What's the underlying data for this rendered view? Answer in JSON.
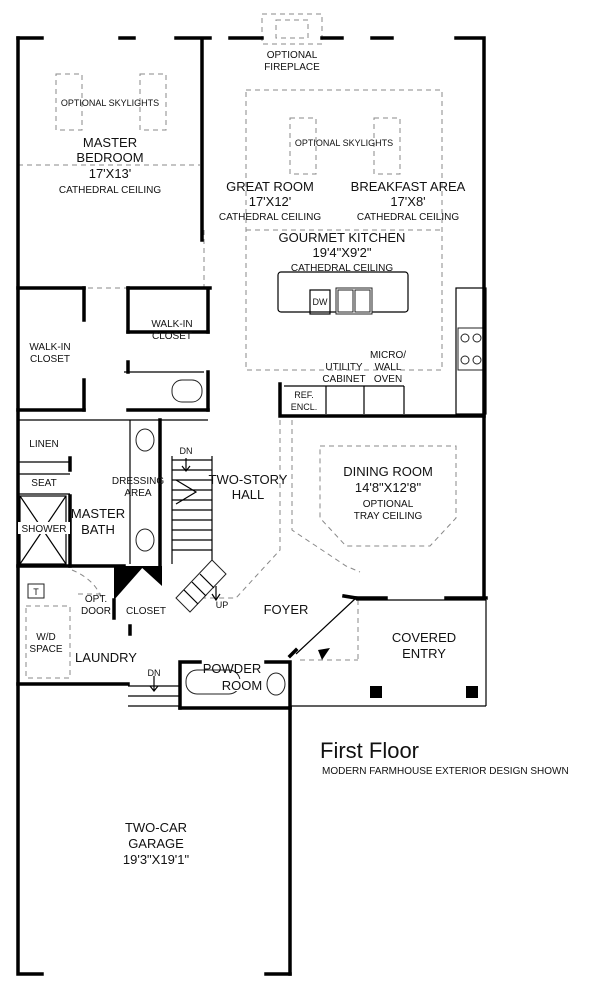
{
  "title": "First Floor",
  "subtitle": "MODERN FARMHOUSE EXTERIOR DESIGN SHOWN",
  "rooms": {
    "fireplace": [
      "OPTIONAL",
      "FIREPLACE"
    ],
    "master_bedroom": {
      "skylights": "OPTIONAL SKYLIGHTS",
      "name": [
        "MASTER",
        "BEDROOM"
      ],
      "dims": "17'X13'",
      "ceiling": "CATHEDRAL CEILING"
    },
    "kitchen_skylights": "OPTIONAL SKYLIGHTS",
    "great_room": {
      "name": "GREAT ROOM",
      "dims": "17'X12'",
      "ceiling": "CATHEDRAL CEILING"
    },
    "breakfast_area": {
      "name": "BREAKFAST AREA",
      "dims": "17'X8'",
      "ceiling": "CATHEDRAL CEILING"
    },
    "kitchen": {
      "name": "GOURMET KITCHEN",
      "dims": "19'4\"X9'2\"",
      "ceiling": "CATHEDRAL CEILING",
      "dw": "DW"
    },
    "walkin_closet_1": [
      "WALK-IN",
      "CLOSET"
    ],
    "walkin_closet_2": [
      "WALK-IN",
      "CLOSET"
    ],
    "utility_cabinet": [
      "UTILITY",
      "CABINET"
    ],
    "micro_wall_oven": [
      "MICRO/",
      "WALL",
      "OVEN"
    ],
    "ref_encl": [
      "REF.",
      "ENCL."
    ],
    "linen": "LINEN",
    "dn_stair": "DN",
    "two_story_hall": [
      "TWO-STORY",
      "HALL"
    ],
    "dining_room": {
      "name": "DINING ROOM",
      "dims": "14'8\"X12'8\"",
      "ceiling": [
        "OPTIONAL",
        "TRAY CEILING"
      ]
    },
    "seat": "SEAT",
    "dressing_area": [
      "DRESSING",
      "AREA"
    ],
    "master_bath": [
      "MASTER",
      "BATH"
    ],
    "shower": "SHOWER",
    "t": "T",
    "opt_door": [
      "OPT.",
      "DOOR"
    ],
    "closet": "CLOSET",
    "up": "UP",
    "foyer": "FOYER",
    "covered_entry": [
      "COVERED",
      "ENTRY"
    ],
    "wd_space": [
      "W/D",
      "SPACE"
    ],
    "laundry": "LAUNDRY",
    "dn_laundry": "DN",
    "powder_room": [
      "POWDER",
      "ROOM"
    ],
    "garage": {
      "name": [
        "TWO-CAR",
        "GARAGE"
      ],
      "dims": "19'3\"X19'1\""
    }
  }
}
